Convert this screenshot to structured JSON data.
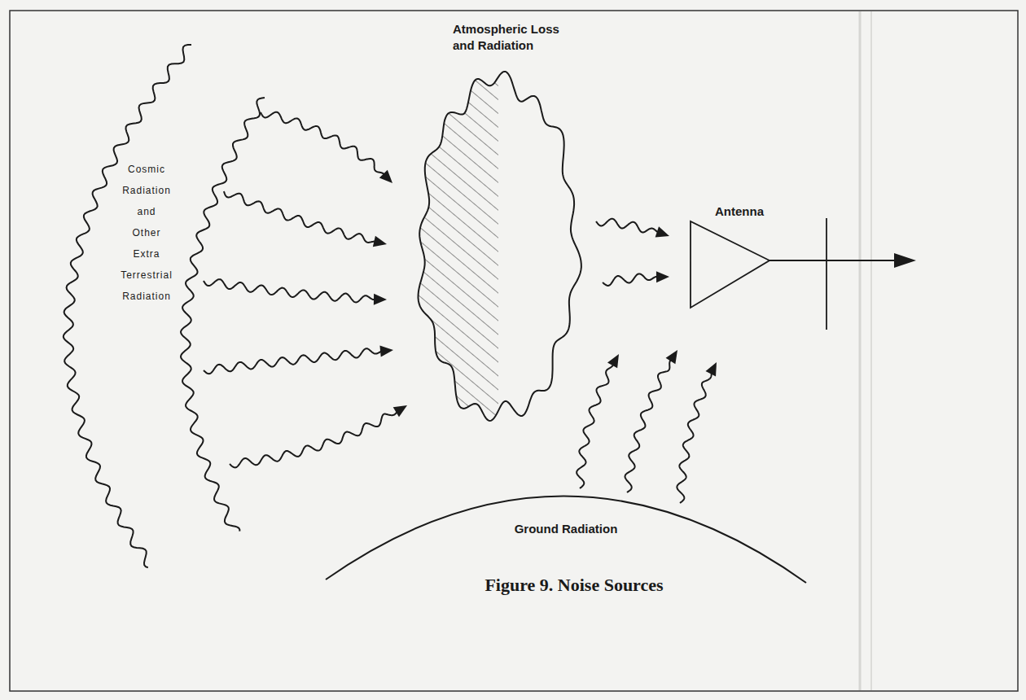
{
  "diagram": {
    "caption": "Figure 9. Noise Sources",
    "labels": [
      "Cosmic Radiation and Other Extra Terrestrial Radiation",
      "Atmospheric Loss and Radiation",
      "Antenna",
      "Ground Radiation"
    ]
  }
}
